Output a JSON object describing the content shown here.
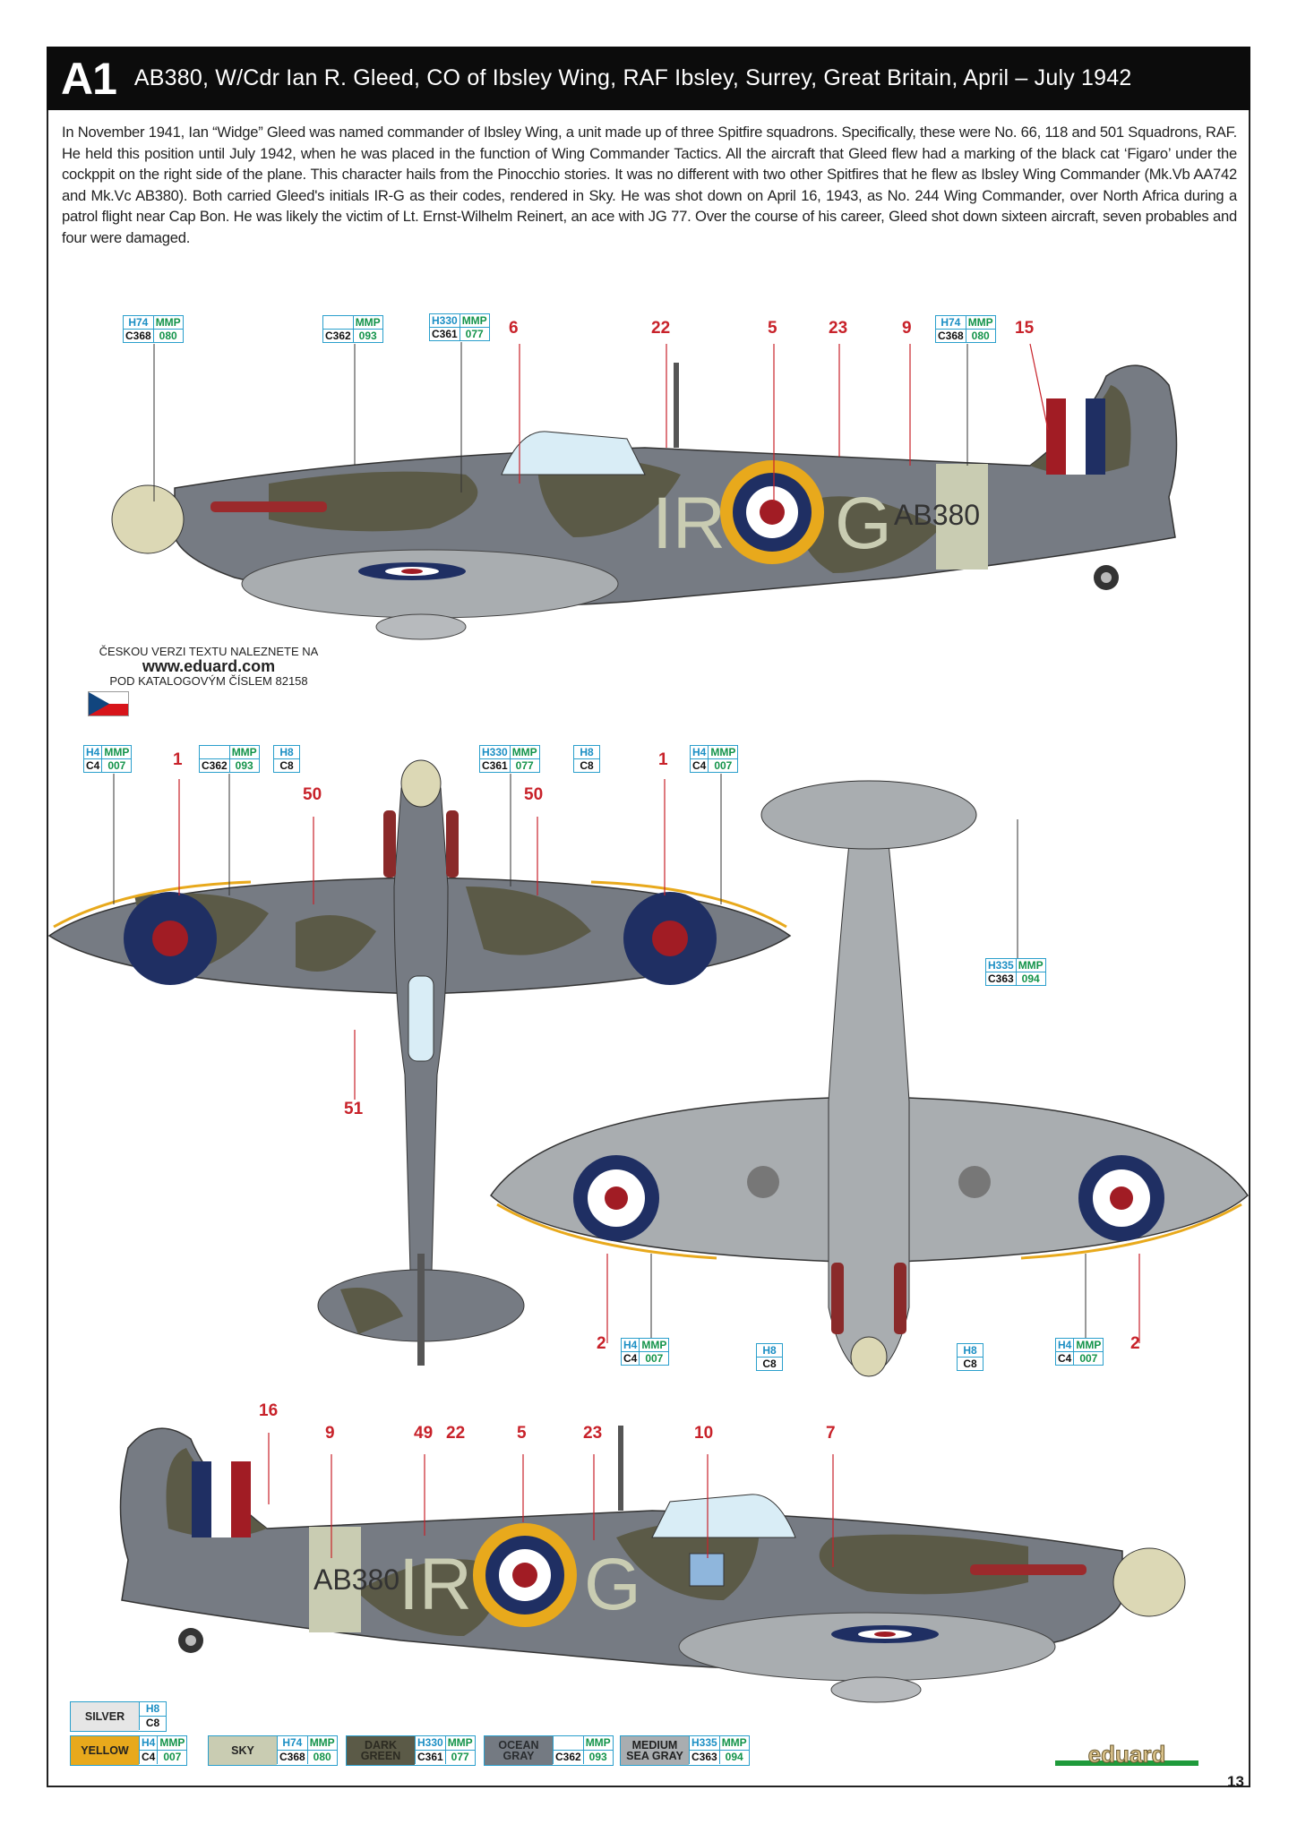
{
  "header": {
    "code": "A1",
    "title": "AB380, W/Cdr Ian R. Gleed, CO of Ibsley Wing, RAF Ibsley, Surrey, Great Britain, April – July 1942"
  },
  "description": "In November 1941, Ian “Widge” Gleed was named commander of Ibsley Wing, a unit made up of three Spitfire squadrons. Specifically, these were No. 66, 118 and 501 Squadrons, RAF. He held this position until July 1942, when he was placed in the function of Wing Commander Tactics. All the aircraft that Gleed flew had a marking of the black cat ‘Figaro’ under the cockppit on the right side of the plane. This character hails from the Pinocchio stories. It was no different with two other Spitfires that he flew as Ibsley Wing Commander (Mk.Vb AA742 and Mk.Vc AB380). Both carried Gleed's initials IR-G as their codes, rendered in Sky. He was shot down on April 16, 1943, as No. 244 Wing Commander, over North Africa during a patrol flight near Cap Bon. He was likely the victim of Lt. Ernst-Wilhelm Reinert, an ace with JG 77. Over the course of his career, Gleed shot down sixteen aircraft, seven probables and four were damaged.",
  "markings": {
    "code_left": "IR",
    "code_right": "G",
    "serial": "AB380"
  },
  "czech_note": {
    "line1": "ČESKOU VERZI TEXTU NALEZNETE NA",
    "url": "www.eduard.com",
    "line2": "POD KATALOGOVÝM ČÍSLEM 82158"
  },
  "paints": {
    "sky": {
      "h": "H74",
      "m": "MMP",
      "c": "C368",
      "n": "080"
    },
    "ocean": {
      "h": "",
      "m": "MMP",
      "c": "C362",
      "n": "093"
    },
    "green": {
      "h": "H330",
      "m": "MMP",
      "c": "C361",
      "n": "077"
    },
    "yellow": {
      "h": "H4",
      "m": "MMP",
      "c": "C4",
      "n": "007"
    },
    "silver": {
      "h": "H8",
      "c": "C8"
    },
    "msg": {
      "h": "H335",
      "m": "MMP",
      "c": "C363",
      "n": "094"
    }
  },
  "stencils": {
    "side_left": [
      "6",
      "22",
      "5",
      "23",
      "9",
      "15"
    ],
    "top": [
      "1",
      "50",
      "50",
      "1",
      "51"
    ],
    "bottom": [
      "2",
      "2"
    ],
    "side_right": [
      "16",
      "9",
      "49",
      "22",
      "5",
      "23",
      "10",
      "7"
    ]
  },
  "legend": {
    "silver": "SILVER",
    "yellow": "YELLOW",
    "sky": "SKY",
    "dark_green": "DARK GREEN",
    "ocean_gray": "OCEAN GRAY",
    "medium_sea_gray": "MEDIUM SEA GRAY"
  },
  "colors": {
    "sky": "#c9ccb2",
    "ocean_gray": "#747a82",
    "dark_green": "#5b5a47",
    "yellow": "#e8a91c",
    "roundel_blue": "#1f2f63",
    "roundel_red": "#a11c24",
    "silver": "#e6e6e6",
    "medium_sea_gray": "#a9adb0"
  },
  "footer": {
    "logo": "eduard",
    "page": "13"
  }
}
